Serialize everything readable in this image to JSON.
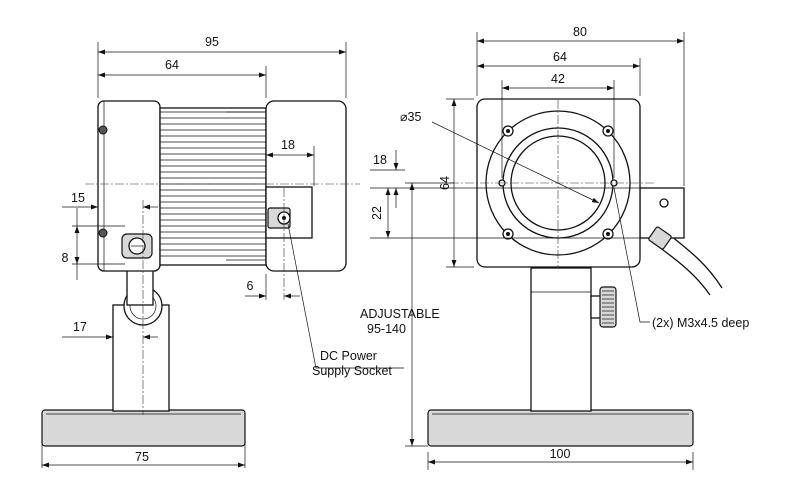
{
  "side_view": {
    "dims": {
      "overall_length": "95",
      "body_length": "64",
      "socket_offset": "18",
      "mount_offset": "15",
      "mount_height": "8",
      "pillar_offset": "17",
      "socket_depth": "6",
      "base_width": "75"
    },
    "labels": {
      "socket_line1": "DC Power",
      "socket_line2": "Supply Socket"
    }
  },
  "front_view": {
    "dims": {
      "overall_width": "80",
      "body_width": "64",
      "hole_spacing": "42",
      "aperture_diameter": "⌀35",
      "body_height": "64",
      "socket_vertical_offset": "18",
      "socket_height": "22",
      "base_width": "100"
    },
    "labels": {
      "height_title": "ADJUSTABLE",
      "height_range": "95-140",
      "holes_note": "(2x) M3x4.5 deep"
    }
  }
}
